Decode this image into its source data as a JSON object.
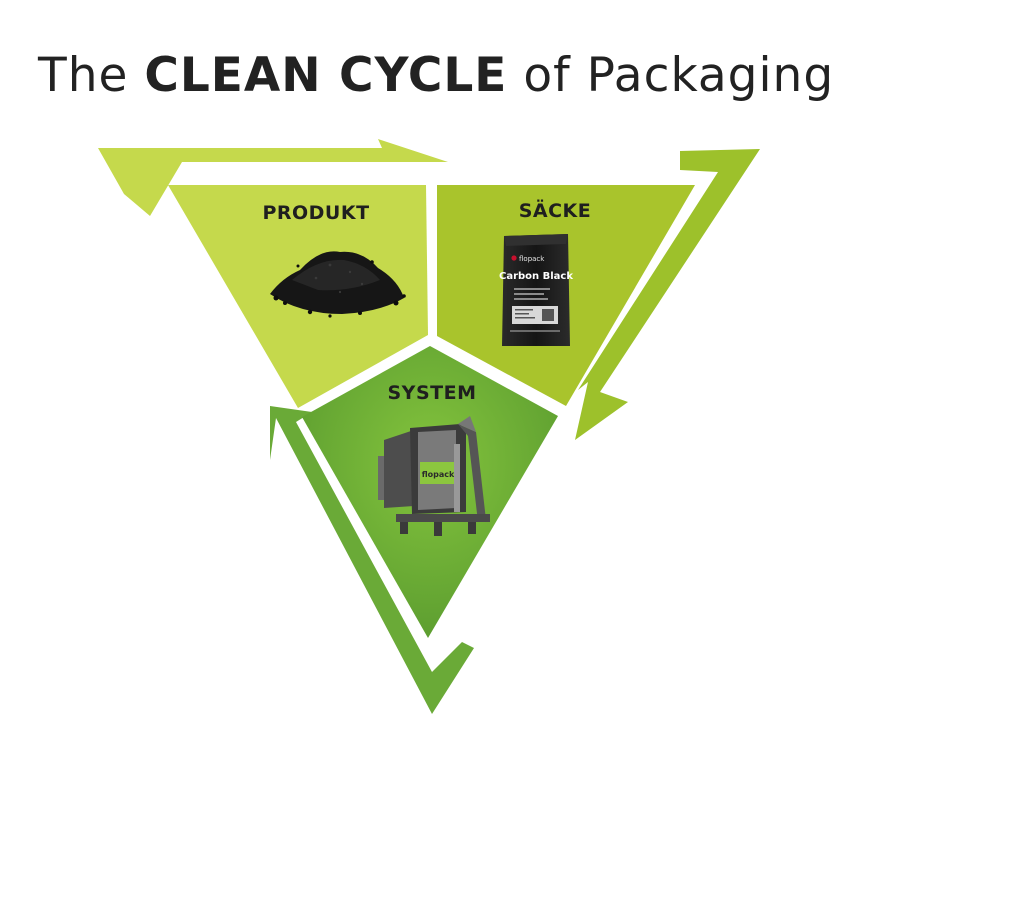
{
  "title": {
    "prefix": "The ",
    "emphasis": "CLEAN CYCLE",
    "suffix": " of Packaging"
  },
  "segments": {
    "produkt": {
      "label": "PRODUKT",
      "color": "#c5d94c",
      "icon": "carbon-black-powder-pile"
    },
    "saecke": {
      "label": "SÄCKE",
      "color": "#a9c42c",
      "icon": "carbon-black-bag"
    },
    "system": {
      "label": "SYSTEM",
      "color": "#6aaa37",
      "icon": "bag-filling-machine"
    }
  },
  "bag": {
    "brand": "flopack",
    "product": "Carbon Black"
  },
  "machine": {
    "brand": "flopack"
  },
  "arrows": {
    "top_color": "#c5d94c",
    "right_color": "#9dc12b",
    "left_color": "#6aaa37"
  }
}
